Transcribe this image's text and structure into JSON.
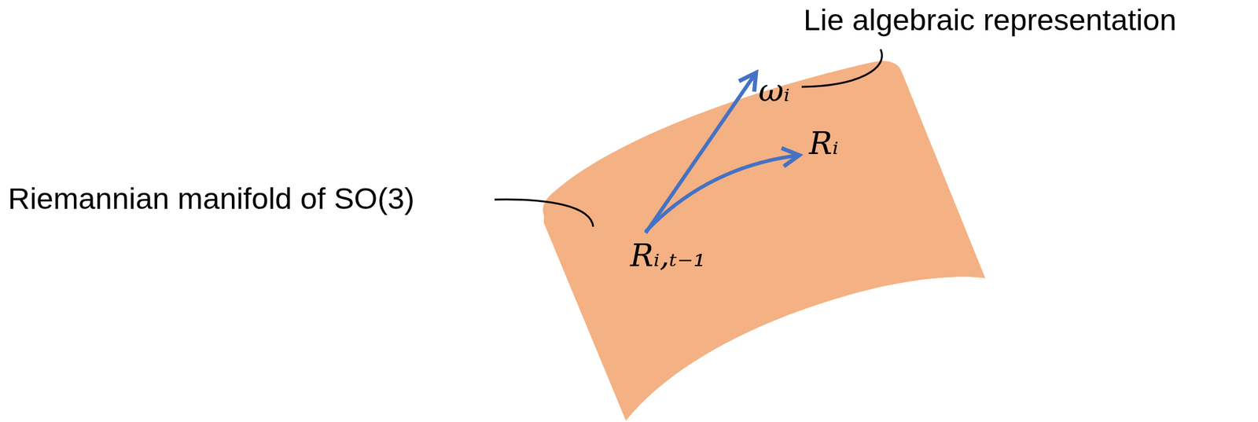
{
  "diagram": {
    "labels": [
      "Lie algebraic representation",
      "ωᵢ",
      "Rᵢ",
      "Rᵢ,ₜ₋₁",
      "Riemannian manifold of SO(3)"
    ]
  }
}
